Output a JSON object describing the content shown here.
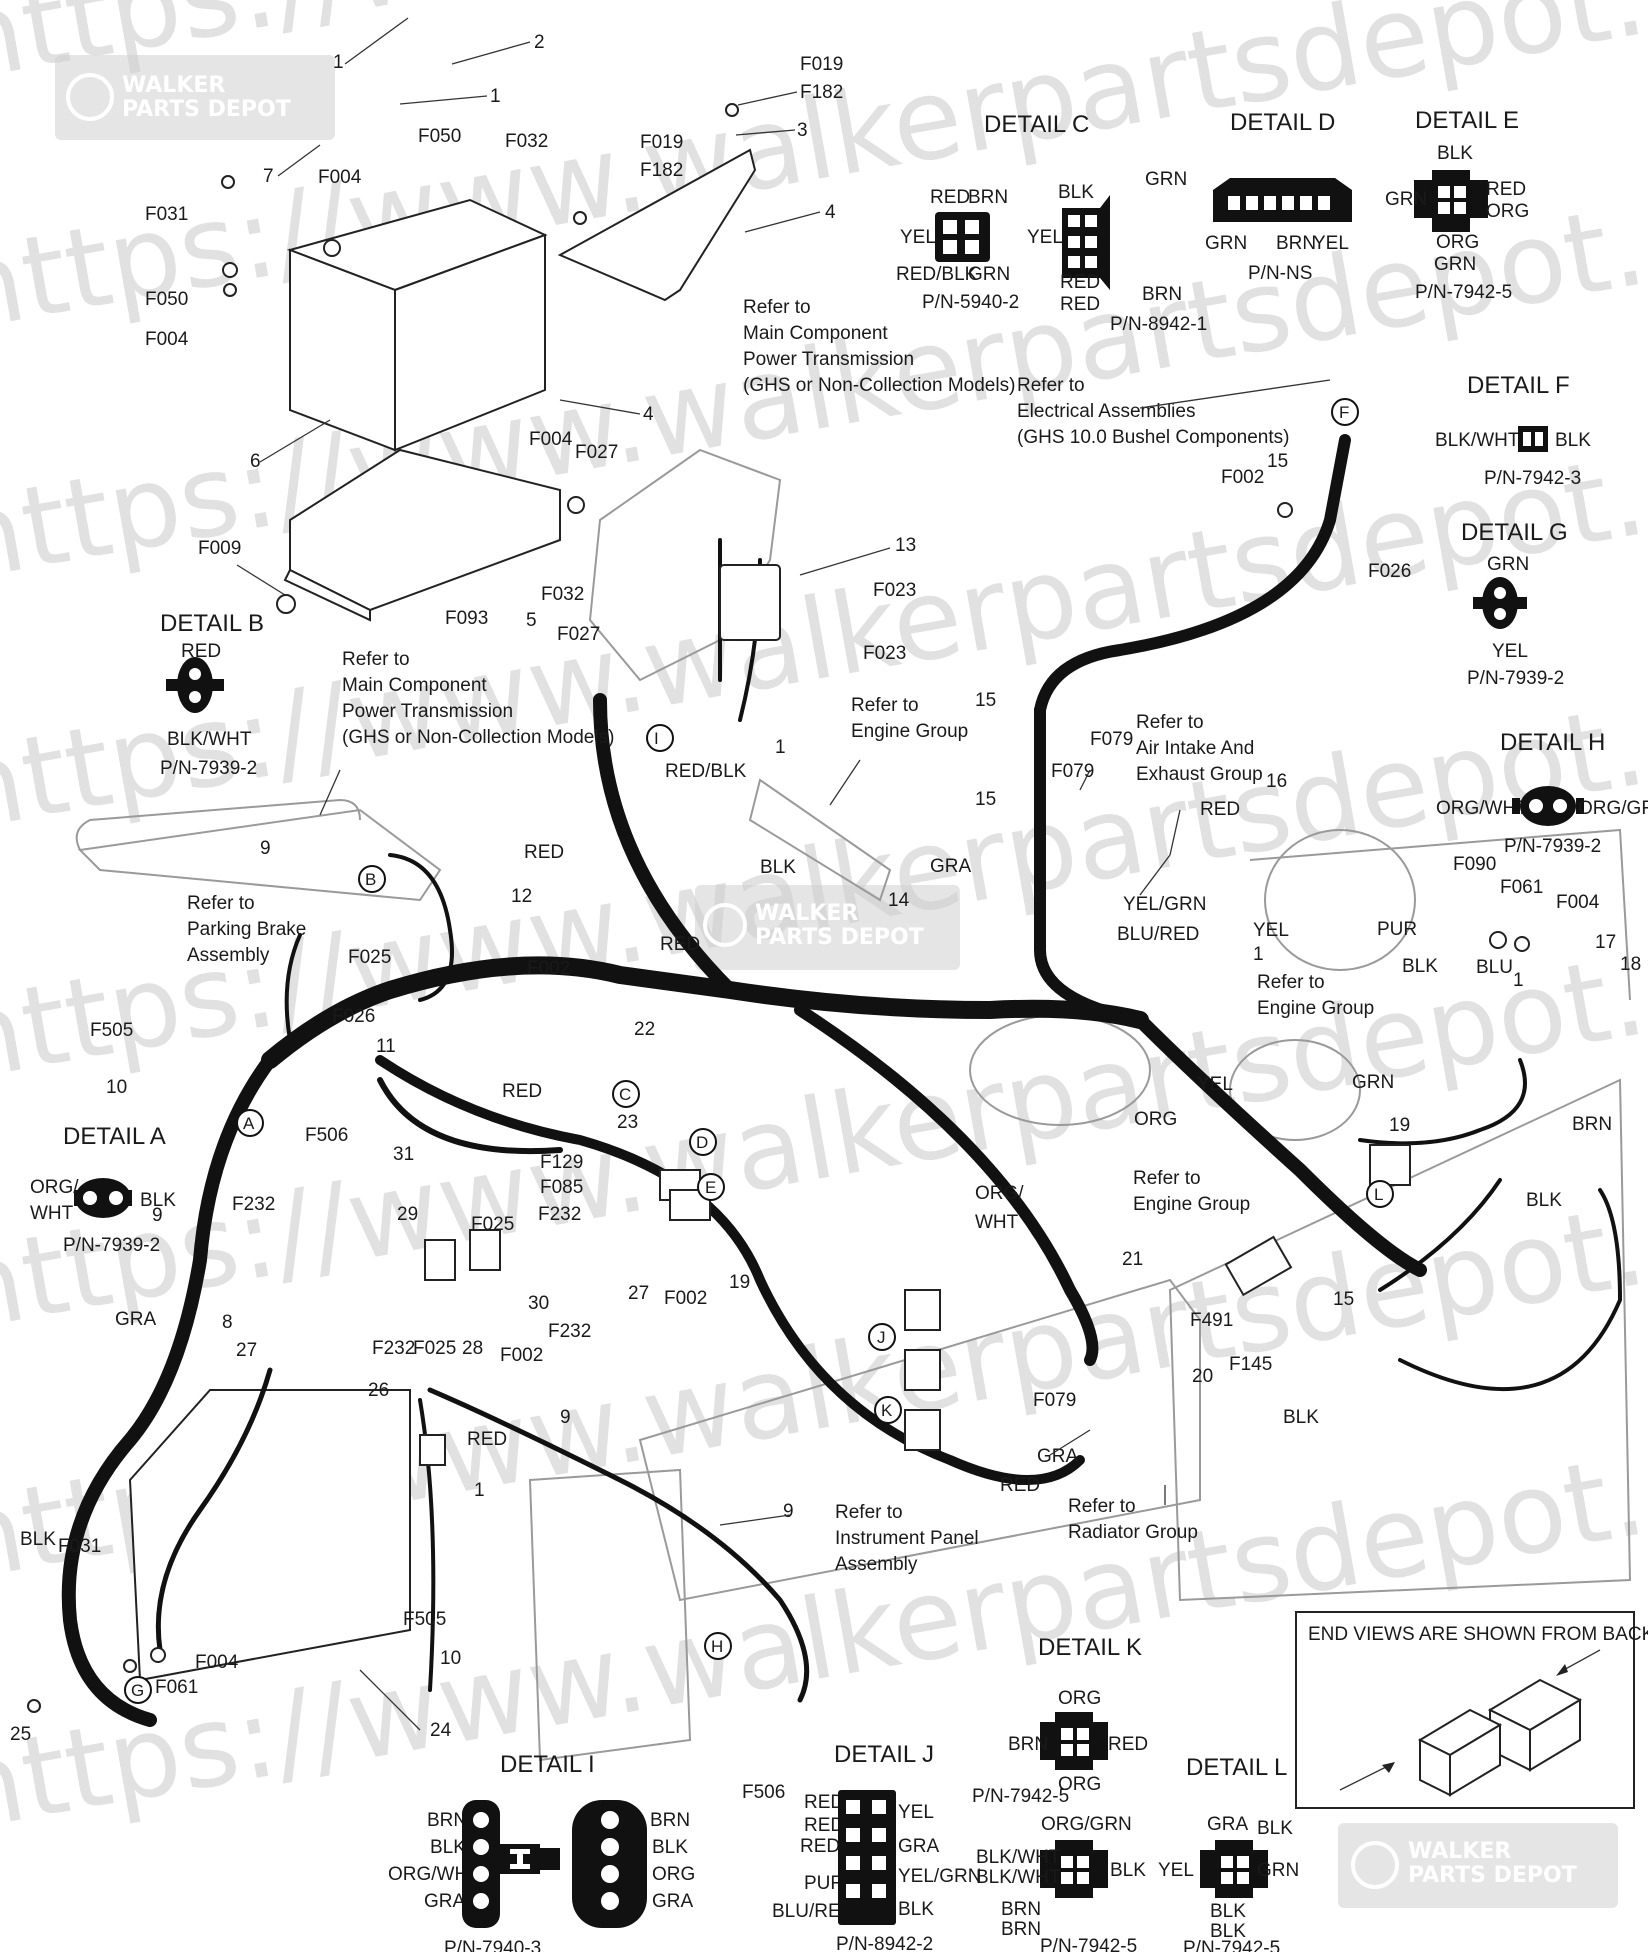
{
  "watermark": {
    "text": "https://www.walkerpartsdepot.com",
    "logo_line1": "WALKER",
    "logo_line2": "PARTS DEPOT"
  },
  "refs": {
    "main_component_1": "Refer to\nMain Component\nPower Transmission\n(GHS or Non-Collection Models)",
    "main_component_2": "Refer to\nMain Component\nPower Transmission\n(GHS or Non-Collection Models)",
    "electrical": "Refer to\nElectrical Assemblies\n(GHS 10.0 Bushel Components)",
    "engine_1": "Refer to\nEngine Group",
    "engine_2": "Refer to\nEngine Group",
    "engine_3": "Refer to\nEngine Group",
    "air_intake": "Refer to\nAir Intake And\nExhaust Group",
    "parking_brake": "Refer to\nParking Brake\nAssembly",
    "instrument": "Refer to\nInstrument Panel\nAssembly",
    "radiator": "Refer to\nRadiator Group"
  },
  "end_views_note": "END VIEWS ARE SHOWN FROM BACK OF PLUG",
  "details": {
    "A": {
      "title": "DETAIL A",
      "pn": "P/N-7939-2",
      "labels": [
        "ORG/",
        "WHT",
        "BLK"
      ]
    },
    "B": {
      "title": "DETAIL B",
      "pn": "P/N-7939-2",
      "labels": [
        "RED",
        "BLK/WHT"
      ]
    },
    "C": {
      "title": "DETAIL C",
      "pn": "P/N-5940-2",
      "labels": [
        "RED",
        "BRN",
        "YEL",
        "RED/BLK",
        "GRN"
      ]
    },
    "C2": {
      "pn": "P/N-8942-1",
      "labels": [
        "BLK",
        "GRN",
        "YEL",
        "RED",
        "RED",
        "BRN"
      ]
    },
    "D": {
      "title": "DETAIL D",
      "pn": "P/N-NS",
      "labels": [
        "GRN",
        "BRN",
        "YEL"
      ]
    },
    "E": {
      "title": "DETAIL E",
      "pn": "P/N-7942-5",
      "labels": [
        "BLK",
        "GRN",
        "ORG",
        "RED",
        "ORG",
        "GRN"
      ]
    },
    "F": {
      "title": "DETAIL F",
      "pn": "P/N-7942-3",
      "labels": [
        "BLK/WHT",
        "BLK"
      ]
    },
    "G": {
      "title": "DETAIL G",
      "pn": "P/N-7939-2",
      "labels": [
        "GRN",
        "YEL"
      ]
    },
    "H": {
      "title": "DETAIL H",
      "pn": "P/N-7939-2",
      "labels": [
        "ORG/WHT",
        "ORG/GRN"
      ]
    },
    "I": {
      "title": "DETAIL I",
      "pn": "P/N-7940-3",
      "labels": [
        "BRN",
        "BLK",
        "ORG/WHT",
        "GRA",
        "BRN",
        "BLK",
        "ORG",
        "GRA"
      ]
    },
    "J": {
      "title": "DETAIL J",
      "pn": "P/N-8942-2",
      "labels": [
        "RED",
        "RED",
        "RED",
        "PUR",
        "BLU/RED",
        "YEL",
        "GRA",
        "YEL/GRN",
        "BLK"
      ]
    },
    "K": {
      "title": "DETAIL K",
      "pn": "P/N-7942-5",
      "labels": [
        "ORG",
        "BRN",
        "RED",
        "ORG"
      ]
    },
    "K2": {
      "pn": "P/N-7942-5",
      "labels": [
        "ORG/GRN",
        "BLK/WHT",
        "BLK/WHT",
        "BLK",
        "BRN",
        "BRN"
      ]
    },
    "L": {
      "title": "DETAIL L",
      "pn": "P/N-7942-5",
      "labels": [
        "GRA",
        "BLK",
        "YEL",
        "GRN",
        "BLK",
        "BLK"
      ]
    }
  },
  "callouts": [
    "1",
    "2",
    "1",
    "7",
    "F050",
    "F032",
    "F004",
    "F031",
    "F019",
    "F182",
    "3",
    "F019",
    "F182",
    "4",
    "F050",
    "F004",
    "6",
    "4",
    "F004",
    "F027",
    "F009",
    "F093",
    "5",
    "F032",
    "F027",
    "13",
    "F023",
    "F023",
    "1",
    "15",
    "F002",
    "F026",
    "15",
    "F079",
    "15",
    "F079",
    "16",
    "RED",
    "YEL/GRN",
    "BLU/RED",
    "YEL",
    "1",
    "F090",
    "F061",
    "F004",
    "17",
    "18",
    "PUR",
    "BLK",
    "BLU",
    "1",
    "GRN",
    "BRN",
    "BLK",
    "19",
    "20",
    "F491",
    "F145",
    "BLK",
    "15",
    "21",
    "F079",
    "GRA",
    "RED",
    "ORG/",
    "WHT",
    "22",
    "23",
    "F129",
    "F085",
    "F232",
    "F002",
    "19",
    "RED",
    "31",
    "29",
    "F025",
    "27",
    "30",
    "F232",
    "F002",
    "F025",
    "28",
    "F232",
    "27",
    "26",
    "8",
    "GRA",
    "BLK",
    "F031",
    "F004",
    "F061",
    "25",
    "24",
    "RED",
    "1",
    "F505",
    "10",
    "9",
    "9",
    "F506",
    "9",
    "10",
    "F505",
    "A",
    "F506",
    "F232",
    "9",
    "11",
    "F026",
    "F025",
    "12",
    "F002",
    "RED",
    "RED",
    "RED/BLK",
    "BLK",
    "14",
    "GRA",
    "ORG",
    "YEL",
    "I",
    "B",
    "C",
    "D",
    "E",
    "F",
    "G",
    "H",
    "J",
    "K",
    "L"
  ]
}
